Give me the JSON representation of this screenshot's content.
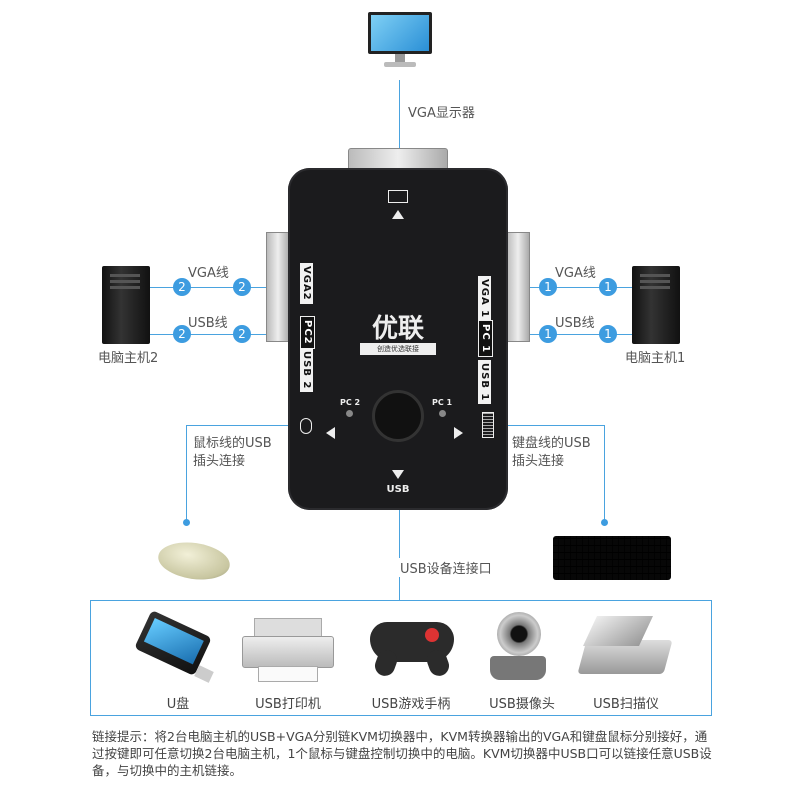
{
  "labels": {
    "monitor": "VGA显示器",
    "pc2": "电脑主机2",
    "pc1": "电脑主机1",
    "vga_cable_left": "VGA线",
    "usb_cable_left": "USB线",
    "vga_cable_right": "VGA线",
    "usb_cable_right": "USB线",
    "mouse_conn_1": "鼠标线的USB",
    "mouse_conn_2": "插头连接",
    "kbd_conn_1": "键盘线的USB",
    "kbd_conn_2": "插头连接",
    "usb_port": "USB设备连接口"
  },
  "numbers": {
    "left": "2",
    "right": "1"
  },
  "device": {
    "brand": "优联",
    "slogan": "创造优选联接",
    "vga2": "VGA2",
    "pc2": "PC2",
    "usb2": "USB 2",
    "vga1": "VGA 1",
    "pc1": "PC 1",
    "usb1": "USB 1",
    "led_pc2": "PC 2",
    "led_pc1": "PC 1",
    "usb": "USB"
  },
  "usb_devices": [
    {
      "label": "U盘"
    },
    {
      "label": "USB打印机"
    },
    {
      "label": "USB游戏手柄"
    },
    {
      "label": "USB摄像头"
    },
    {
      "label": "USB扫描仪"
    }
  ],
  "note": "链接提示：将2台电脑主机的USB+VGA分别链KVM切换器中，KVM转换器输出的VGA和键盘鼠标分别接好，通过按键即可任意切换2台电脑主机，1个鼠标与键盘控制切换中的电脑。KVM切换器中USB口可以链接任意USB设备，与切换中的主机链接。",
  "colors": {
    "accent": "#3d9ce0",
    "device": "#1b1b1d"
  }
}
